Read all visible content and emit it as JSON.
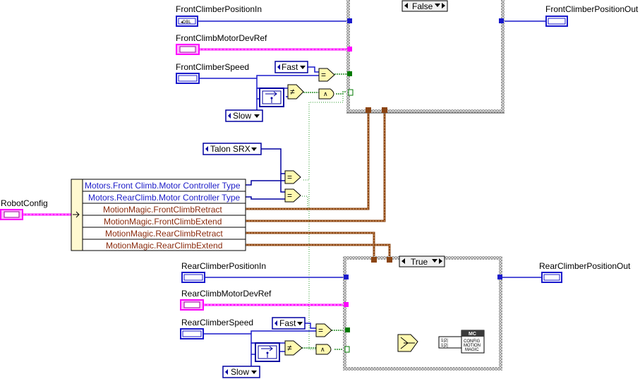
{
  "labels": {
    "front_in": "FrontClimberPositionIn",
    "front_motor": "FrontClimbMotorDevRef",
    "front_speed": "FrontClimberSpeed",
    "front_out": "FrontClimberPositionOut",
    "robot_config": "RobotConfig",
    "rear_in": "RearClimberPositionIn",
    "rear_motor": "RearClimbMotorDevRef",
    "rear_speed": "RearClimberSpeed",
    "rear_out": "RearClimberPositionOut"
  },
  "constants": {
    "front_fast": "Fast",
    "front_slow": "Slow",
    "talon": "Talon SRX",
    "rear_fast": "Fast",
    "rear_slow": "Slow"
  },
  "case": {
    "front_selector": "False",
    "rear_selector": "True"
  },
  "bundle": {
    "items": [
      "Motors.Front Climb.Motor Controller Type",
      "Motors.RearClimb.Motor Controller Type",
      "MotionMagic.FrontClimbRetract",
      "MotionMagic.FrontClimbExtend",
      "MotionMagic.RearClimbRetract",
      "MotionMagic.RearClimbExtend"
    ]
  },
  "subvi": {
    "header": "MC",
    "line1": "CONFIG",
    "line2": "MOTION",
    "line3": "MAGIC"
  },
  "colors": {
    "numeric_wire": "#0000d0",
    "cluster_wire": "#ff00ff",
    "boolean_wire": "#007a00",
    "enum_wire": "#0000a0",
    "cluster_brown": "#8b4513",
    "structure_border": "#000000"
  }
}
